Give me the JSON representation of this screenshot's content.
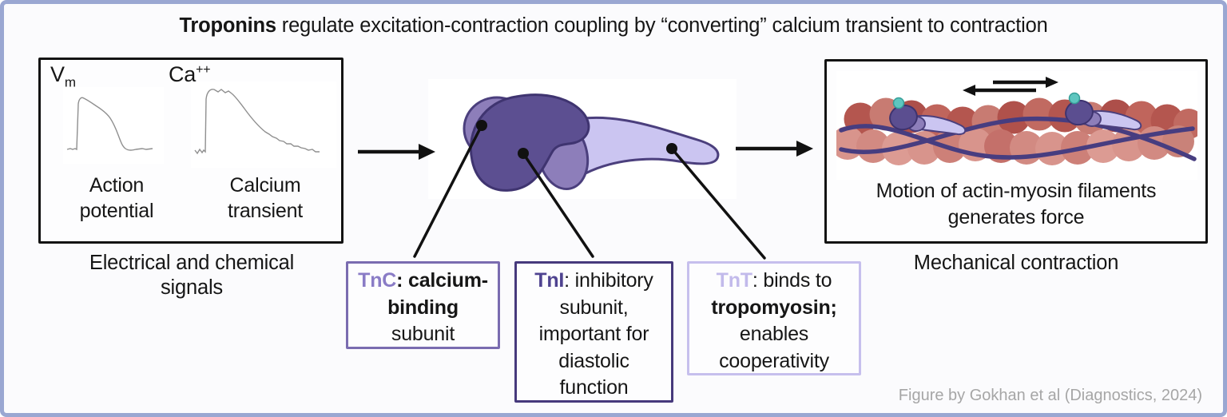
{
  "title": {
    "lines": [
      [
        {
          "t": "Troponins",
          "b": 1
        },
        {
          "t": " regulate excitation-contraction coupling by “converting” calcium transient to contraction"
        }
      ]
    ]
  },
  "signals_panel": {
    "vm_base": "V",
    "vm_sub": "m",
    "ca_base": "Ca",
    "ca_sup": "++",
    "action_potential_label": "Action\npotential",
    "calcium_transient_label": "Calcium\ntransient",
    "caption": "Electrical and chemical\nsignals"
  },
  "troponin_boxes": {
    "tnc": {
      "accent": "#8a7cc6",
      "border": "#7a6cb0",
      "lines": [
        [
          {
            "t": "TnC",
            "b": 1,
            "a": 1
          },
          {
            "t": ": ",
            "b": 1
          },
          {
            "t": "calcium-",
            "b": 1
          }
        ],
        [
          {
            "t": "binding",
            "b": 1
          }
        ],
        [
          {
            "t": "subunit"
          }
        ]
      ]
    },
    "tni": {
      "accent": "#4f4390",
      "border": "#46397c",
      "lines": [
        [
          {
            "t": "TnI",
            "b": 1,
            "a": 1
          },
          {
            "t": ": inhibitory"
          }
        ],
        [
          {
            "t": "subunit,"
          }
        ],
        [
          {
            "t": "important for"
          }
        ],
        [
          {
            "t": "diastolic"
          }
        ],
        [
          {
            "t": "function"
          }
        ]
      ]
    },
    "tnt": {
      "accent": "#c2baeb",
      "border": "#c6bfed",
      "lines": [
        [
          {
            "t": "TnT",
            "b": 1,
            "a": 1
          },
          {
            "t": ": binds to"
          }
        ],
        [
          {
            "t": "tropomyosin;",
            "b": 1
          }
        ],
        [
          {
            "t": "enables"
          }
        ],
        [
          {
            "t": "cooperativity"
          }
        ]
      ]
    }
  },
  "contraction_panel": {
    "caption_inner": "Motion of actin-myosin filaments\ngenerates force",
    "caption_below": "Mechanical contraction"
  },
  "attribution": "Figure by Gokhan et al (Diagnostics, 2024)",
  "colors": {
    "frame_border": "#9aa7d2",
    "canvas_bg": "#fbfbfd",
    "panel_border": "#131313",
    "troponin_dark": "#5b4e90",
    "troponin_medium": "#8d7eba",
    "troponin_light": "#cbc5f1",
    "actin_red_dark": "#b2544f",
    "actin_red_light": "#d7938b",
    "tropomyosin_strand": "#473d80",
    "calcium_teal": "#5ec6bf",
    "trace_gray": "#8f8f8f",
    "attribution_gray": "#a6a6a6"
  }
}
